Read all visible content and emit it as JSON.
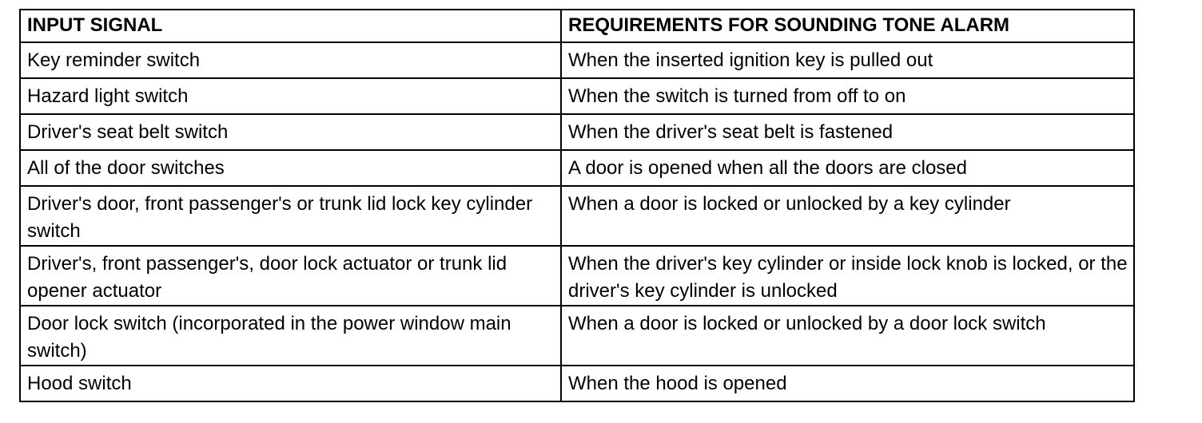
{
  "table": {
    "headers": [
      "INPUT SIGNAL",
      "REQUIREMENTS FOR SOUNDING TONE ALARM"
    ],
    "rows": [
      [
        "Key reminder switch",
        "When the inserted ignition key is pulled out"
      ],
      [
        "Hazard light switch",
        "When the switch is turned from off to on"
      ],
      [
        "Driver's seat belt switch",
        "When the driver's seat belt is fastened"
      ],
      [
        "All of the door switches",
        "A door is opened when all the doors are closed"
      ],
      [
        "Driver's door, front passenger's or trunk lid lock key cylinder switch",
        "When a door is locked or unlocked by a key cylinder"
      ],
      [
        "Driver's, front passenger's, door lock actuator or trunk lid opener actuator",
        "When the driver's key cylinder or inside lock knob is locked, or the driver's key cylinder is unlocked"
      ],
      [
        "Door lock switch (incorporated in the power window main switch)",
        "When a door is locked or unlocked by a door lock switch"
      ],
      [
        "Hood switch",
        "When the hood is opened"
      ]
    ]
  }
}
